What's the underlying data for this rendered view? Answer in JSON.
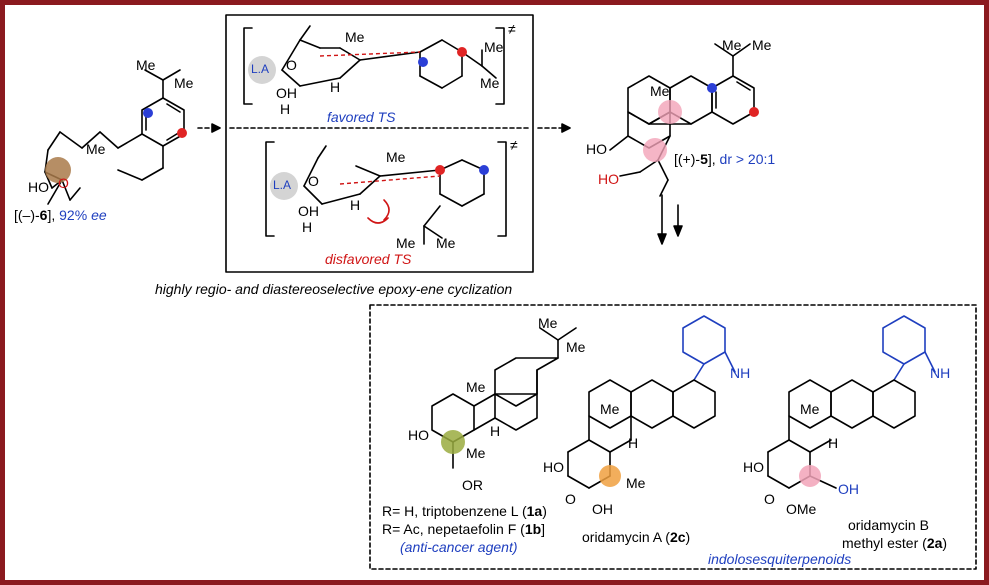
{
  "colors": {
    "frame": "#8b1a1f",
    "blue": "#1f3fbf",
    "red": "#d01515",
    "brown": "#8a5a2b",
    "olive": "#7a8a2a",
    "orange": "#e58a1a",
    "pink": "#e77f9a"
  },
  "start": {
    "label_pre": "[(–)-",
    "label_num": "6",
    "label_post": "], ",
    "ee": "92% ",
    "ee_it": "ee"
  },
  "ts_box": {
    "favored": "favored TS",
    "disfavored": "disfavored TS",
    "la": "L.A",
    "dagger": "≠"
  },
  "caption": "highly regio- and diastereoselective epoxy-ene cyclization",
  "product5": {
    "label_pre": "[(+)-",
    "label_num": "5",
    "label_post": "], ",
    "dr": "dr > 20:1"
  },
  "targets": {
    "tri_a": {
      "pre": "R= H, triptobenzene L (",
      "num": "1a",
      "post": ")"
    },
    "tri_b": {
      "pre": "R= Ac, nepetaefolin F (",
      "num": "1b",
      "post": "]"
    },
    "tri_c": "(anti-cancer agent)",
    "oriA": {
      "pre": "oridamycin A (",
      "num": "2c",
      "post": ")"
    },
    "oriB1": "oridamycin B",
    "oriB2_pre": "methyl ester (",
    "oriB2_num": "2a",
    "oriB2_post": ")",
    "class": "indolosesquiterpenoids"
  },
  "atoms": {
    "me": "Me",
    "h": "H",
    "o": "O",
    "ho": "HO",
    "oh": "OH",
    "nh": "NH",
    "ome": "OMe",
    "or": "OR"
  }
}
